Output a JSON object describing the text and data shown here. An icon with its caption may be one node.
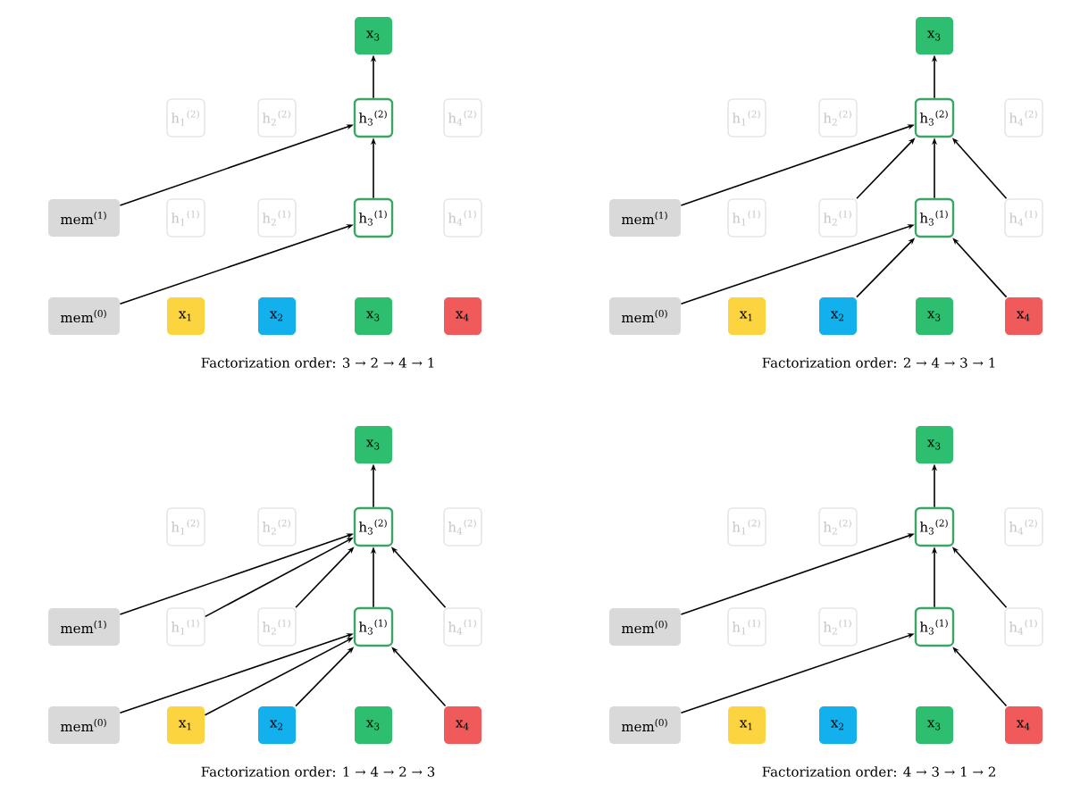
{
  "diagram": {
    "nodes": [
      {
        "text": [
          "x$_{3}$"
        ]
      },
      {
        "text": [
          "h$_{1}$$^{(2)}$"
        ]
      },
      {
        "text": [
          "h$_{2}$$^{(2)}$"
        ]
      },
      {
        "text": [
          "h$_{3}$$^{(2)}$"
        ]
      },
      {
        "text": [
          "h$_{4}$$^{(2)}$"
        ]
      },
      {
        "text": [
          "mem$^{(1)}$"
        ]
      },
      {
        "text": [
          "h$_{1}$$^{(1)}$"
        ]
      },
      {
        "text": [
          "h$_{2}$$^{(1)}$"
        ]
      },
      {
        "text": [
          "h$_{3}$$^{(1)}$"
        ]
      },
      {
        "text": [
          "h$_{4}$$^{(1)}$"
        ]
      },
      {
        "text": [
          "mem$^{(0)}$"
        ]
      },
      {
        "text": [
          "x$_{1}$"
        ]
      },
      {
        "text": [
          "x$_{2}$"
        ]
      },
      {
        "text": [
          "x$_{3}$"
        ]
      },
      {
        "text": [
          "x$_{4}$"
        ]
      },
      {
        "text": [
          "x$_{3}$"
        ]
      },
      {
        "text": [
          "h$_{1}$$^{(2)}$"
        ]
      },
      {
        "text": [
          "h$_{2}$$^{(2)}$"
        ]
      },
      {
        "text": [
          "h$_{3}$$^{(2)}$"
        ]
      },
      {
        "text": [
          "h$_{4}$$^{(2)}$"
        ]
      },
      {
        "text": [
          "mem$^{(1)}$"
        ]
      },
      {
        "text": [
          "h$_{1}$$^{(1)}$"
        ]
      },
      {
        "text": [
          "h$_{2}$$^{(1)}$"
        ]
      },
      {
        "text": [
          "h$_{3}$$^{(1)}$"
        ]
      },
      {
        "text": [
          "h$_{4}$$^{(1)}$"
        ]
      },
      {
        "text": [
          "mem$^{(0)}$"
        ]
      },
      {
        "text": [
          "x$_{1}$"
        ]
      },
      {
        "text": [
          "x$_{2}$"
        ]
      },
      {
        "text": [
          "x$_{3}$"
        ]
      },
      {
        "text": [
          "x$_{4}$"
        ]
      },
      {
        "text": [
          "x$_{3}$"
        ]
      },
      {
        "text": [
          "h$_{1}$$^{(2)}$"
        ]
      },
      {
        "text": [
          "h$_{2}$$^{(2)}$"
        ]
      },
      {
        "text": [
          "h$_{3}$$^{(2)}$"
        ]
      },
      {
        "text": [
          "h$_{4}$$^{(2)}$"
        ]
      },
      {
        "text": [
          "mem$^{(1)}$"
        ]
      },
      {
        "text": [
          "h$_{1}$$^{(1)}$"
        ]
      },
      {
        "text": [
          "h$_{2}$$^{(1)}$"
        ]
      },
      {
        "text": [
          "h$_{3}$$^{(1)}$"
        ]
      },
      {
        "text": [
          "h$_{4}$$^{(1)}$"
        ]
      },
      {
        "text": [
          "mem$^{(0)}$"
        ]
      },
      {
        "text": [
          "x$_{1}$"
        ]
      },
      {
        "text": [
          "x$_{2}$"
        ]
      },
      {
        "text": [
          "x$_{3}$"
        ]
      },
      {
        "text": [
          "x$_{4}$"
        ]
      },
      {
        "text": [
          "x$_{3}$"
        ]
      },
      {
        "text": [
          "h$_{1}$$^{(2)}$"
        ]
      },
      {
        "text": [
          "h$_{2}$$^{(2)}$"
        ]
      },
      {
        "text": [
          "h$_{3}$$^{(2)}$"
        ]
      },
      {
        "text": [
          "h$_{4}$$^{(2)}$"
        ]
      },
      {
        "text": [
          "mem$^{(0)}$"
        ]
      },
      {
        "text": [
          "h$_{1}$$^{(1)}$"
        ]
      },
      {
        "text": [
          "h$_{2}$$^{(1)}$"
        ]
      },
      {
        "text": [
          "h$_{3}$$^{(1)}$"
        ]
      },
      {
        "text": [
          "h$_{4}$$^{(1)}$"
        ]
      },
      {
        "text": [
          "mem$^{(0)}$"
        ]
      },
      {
        "text": [
          "x$_{1}$"
        ]
      },
      {
        "text": [
          "x$_{2}$"
        ]
      },
      {
        "text": [
          "x$_{3}$"
        ]
      },
      {
        "text": [
          "x$_{4}$"
        ]
      }
    ],
    "edges": [
      {
        "from": 5,
        "to": 3,
        "arrow": "to"
      },
      {
        "from": 8,
        "to": 3,
        "arrow": "to"
      },
      {
        "from": 3,
        "to": 0,
        "arrow": "to"
      },
      {
        "from": 10,
        "to": 8,
        "arrow": "to"
      },
      {
        "from": 20,
        "to": 18,
        "arrow": "to"
      },
      {
        "from": 22,
        "to": 18,
        "arrow": "to"
      },
      {
        "from": 23,
        "to": 18,
        "arrow": "to"
      },
      {
        "from": 24,
        "to": 18,
        "arrow": "to"
      },
      {
        "from": 18,
        "to": 15,
        "arrow": "to"
      },
      {
        "from": 25,
        "to": 23,
        "arrow": "to"
      },
      {
        "from": 27,
        "to": 23,
        "arrow": "to"
      },
      {
        "from": 29,
        "to": 23,
        "arrow": "to"
      },
      {
        "from": 35,
        "to": 33,
        "arrow": "to"
      },
      {
        "from": 36,
        "to": 33,
        "arrow": "to"
      },
      {
        "from": 37,
        "to": 33,
        "arrow": "to"
      },
      {
        "from": 38,
        "to": 33,
        "arrow": "to"
      },
      {
        "from": 39,
        "to": 33,
        "arrow": "to"
      },
      {
        "from": 33,
        "to": 30,
        "arrow": "to"
      },
      {
        "from": 40,
        "to": 38,
        "arrow": "to"
      },
      {
        "from": 41,
        "to": 38,
        "arrow": "to"
      },
      {
        "from": 42,
        "to": 38,
        "arrow": "to"
      },
      {
        "from": 44,
        "to": 38,
        "arrow": "to"
      },
      {
        "from": 50,
        "to": 48,
        "arrow": "to"
      },
      {
        "from": 53,
        "to": 48,
        "arrow": "to"
      },
      {
        "from": 54,
        "to": 48,
        "arrow": "to"
      },
      {
        "from": 48,
        "to": 45,
        "arrow": "to"
      },
      {
        "from": 55,
        "to": 53,
        "arrow": "to"
      },
      {
        "from": 59,
        "to": 53,
        "arrow": "to"
      }
    ],
    "labels": [
      "Factorization order: 3 → 2 → 4 → 1",
      "Factorization order: 2 → 4 → 3 → 1",
      "Factorization order: 1 → 4 → 2 → 3",
      "Factorization order: 4 → 3 → 1 → 2"
    ]
  }
}
